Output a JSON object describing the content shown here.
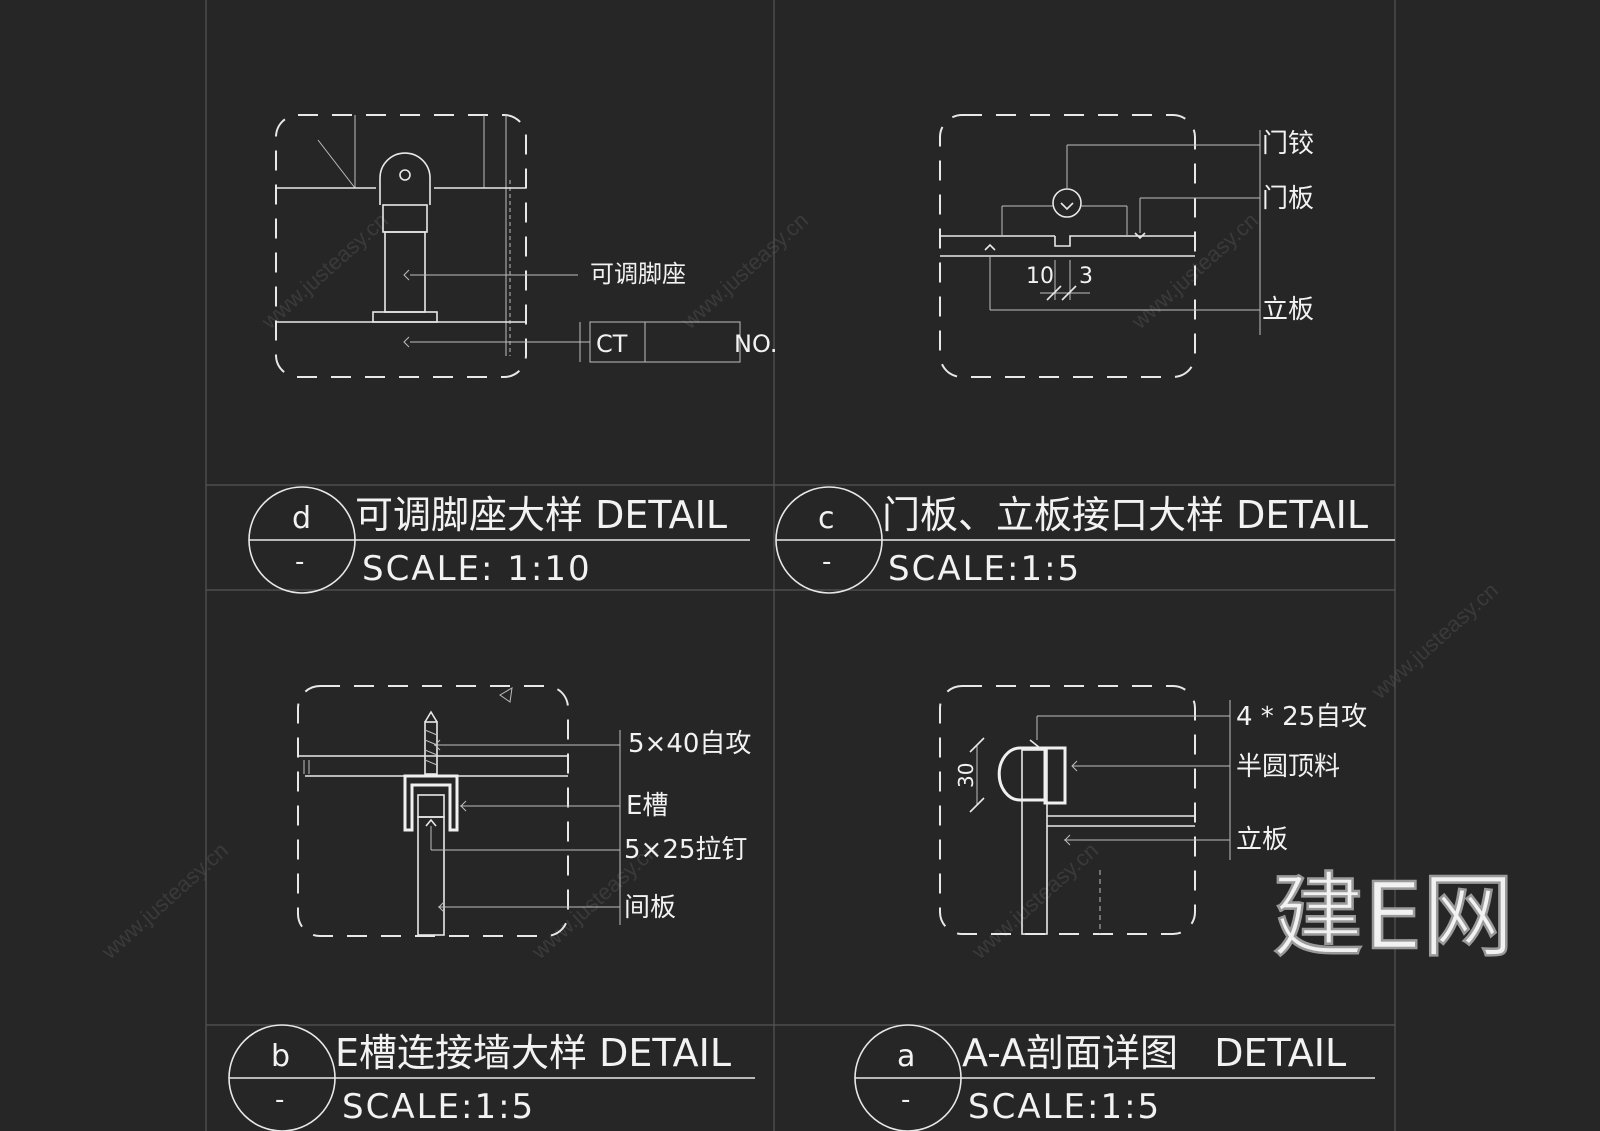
{
  "panels": {
    "d": {
      "letter": "d",
      "sub": "-",
      "title": "可调脚座大样 DETAIL",
      "scale": "SCALE:  1:10",
      "labels": [
        "可调脚座",
        "CT",
        "NO."
      ]
    },
    "c": {
      "letter": "c",
      "sub": "-",
      "title": "门板、立板接口大样 DETAIL",
      "scale": "SCALE:1:5",
      "labels": [
        "门铰",
        "门板",
        "立板"
      ],
      "dims": [
        "10",
        "3"
      ]
    },
    "b": {
      "letter": "b",
      "sub": "-",
      "title": "E槽连接墙大样 DETAIL",
      "scale": "SCALE:1:5",
      "labels": [
        "5×40自攻",
        "E槽",
        "5×25拉钉",
        "间板"
      ]
    },
    "a": {
      "letter": "a",
      "sub": "-",
      "title": "A-A剖面详图   DETAIL",
      "scale": "SCALE:1:5",
      "labels": [
        "4 * 25自攻",
        "半圆顶料",
        "立板"
      ],
      "dims": [
        "30"
      ]
    }
  },
  "watermark": {
    "logo": "建E网",
    "url": "www.justeasy.cn"
  }
}
